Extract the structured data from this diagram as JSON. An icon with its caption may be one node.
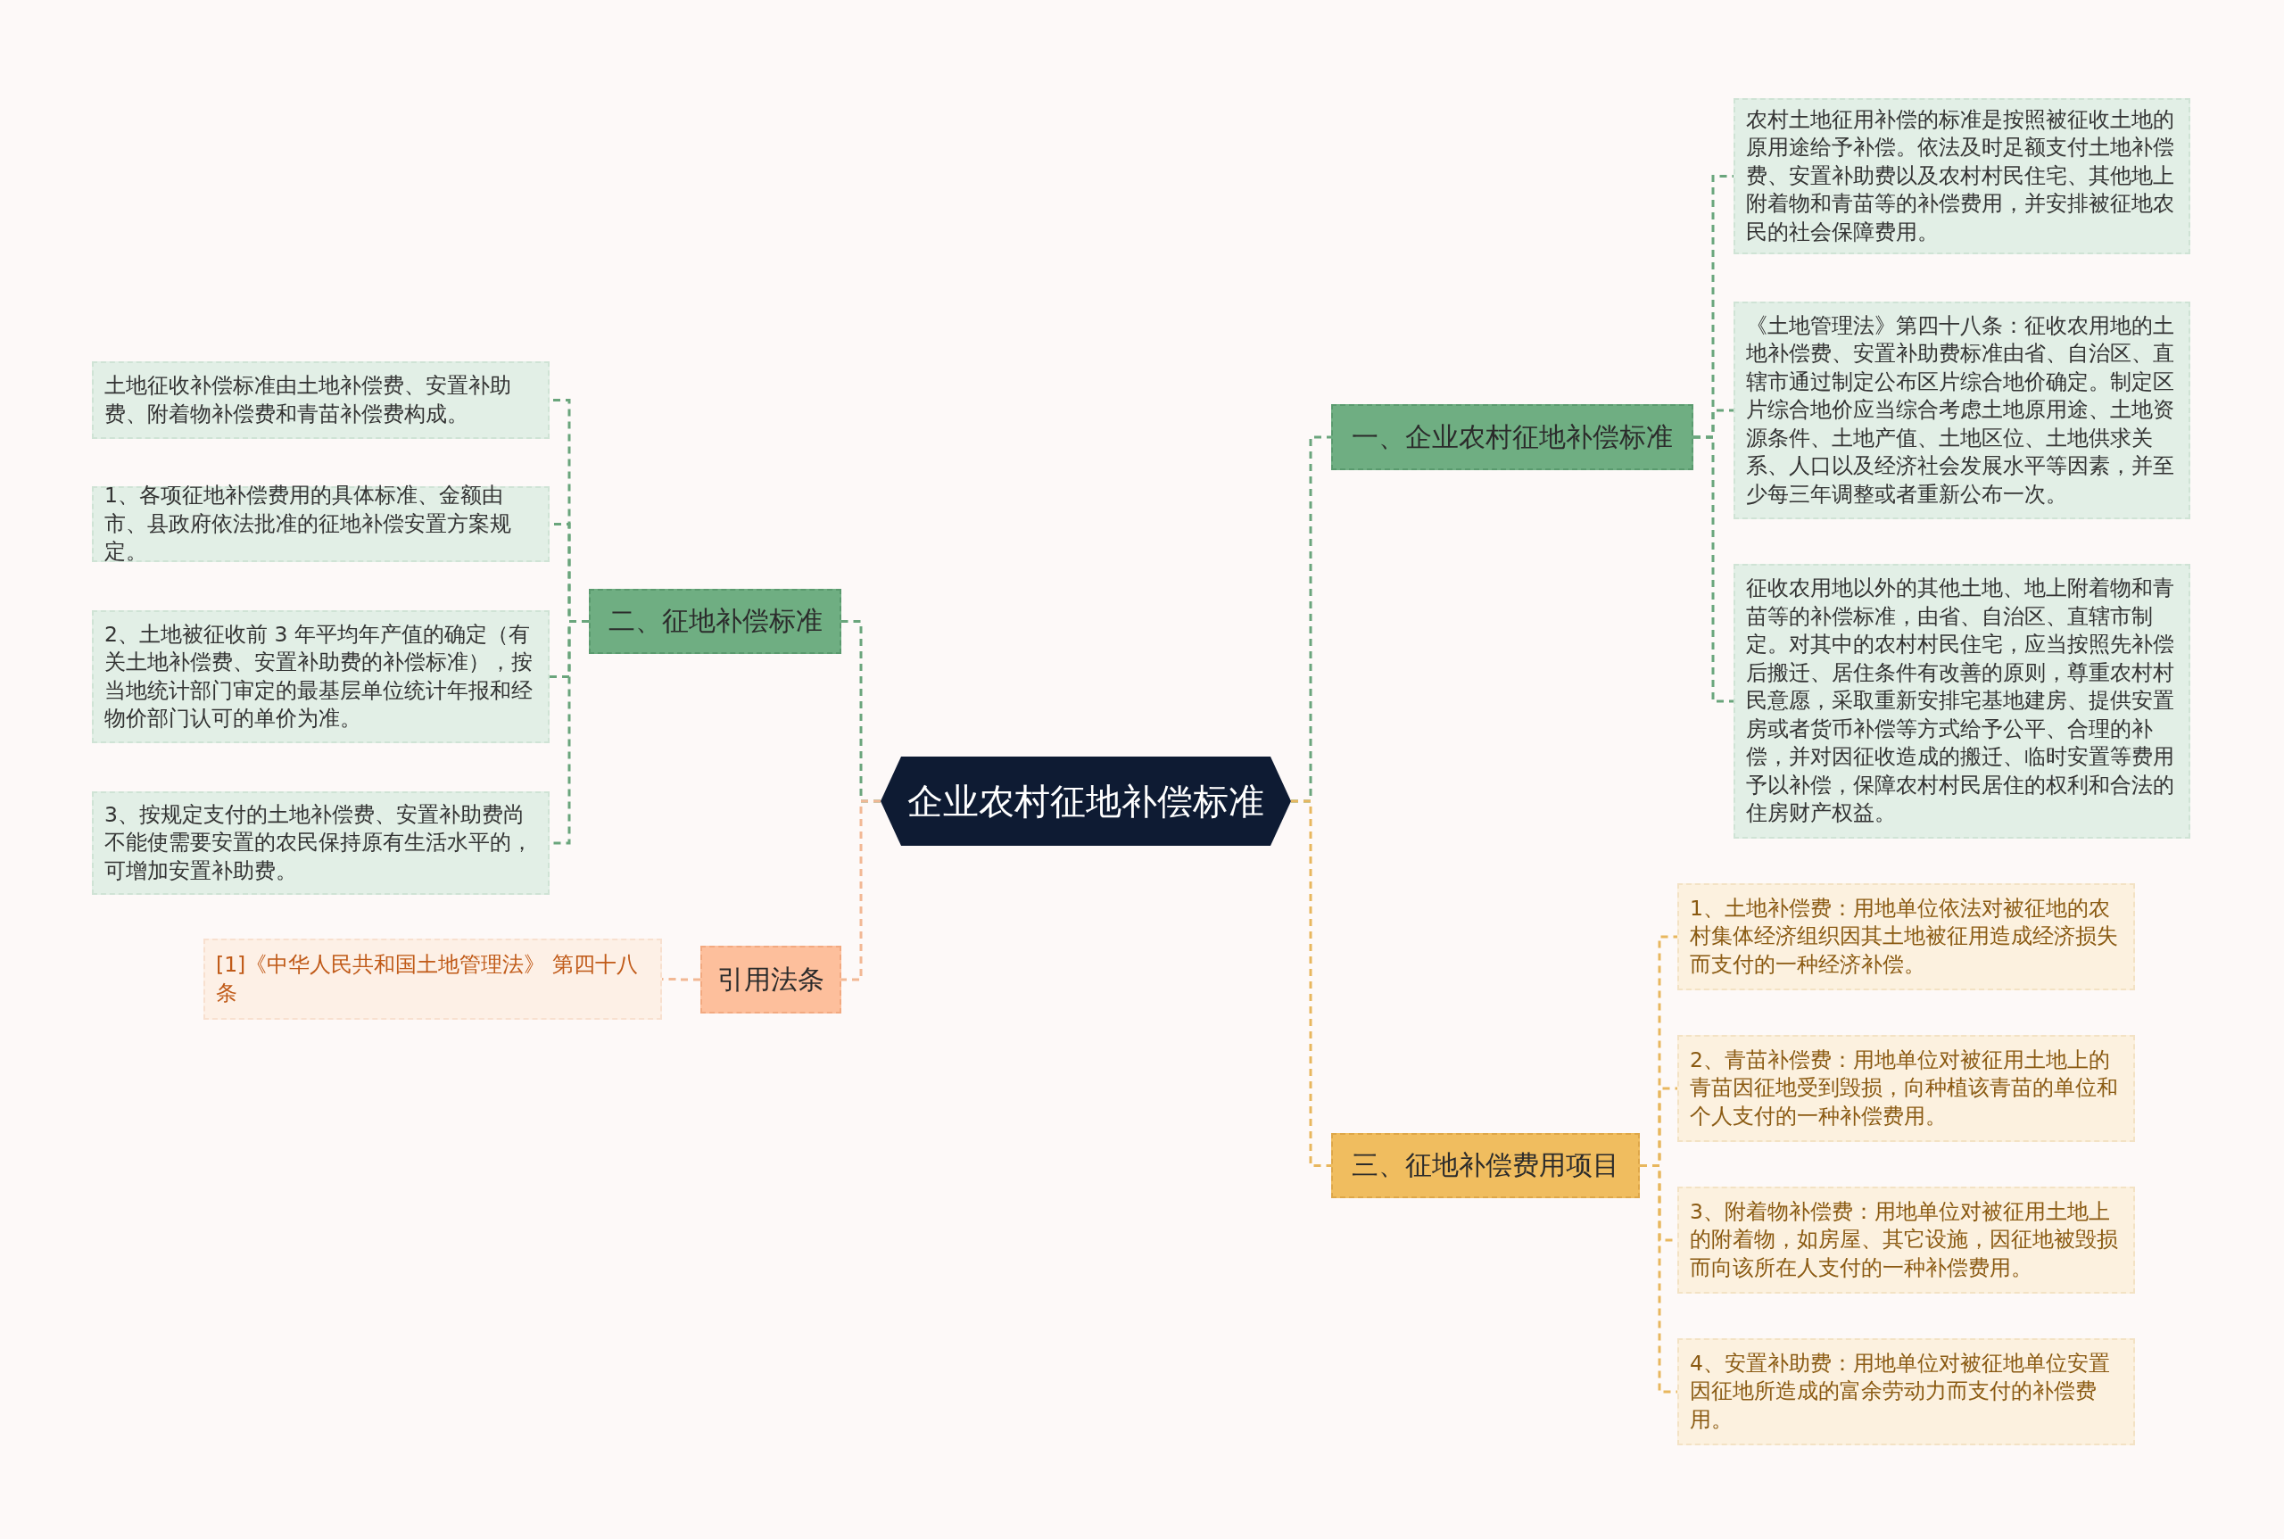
{
  "diagram": {
    "nodes": [
      {
        "text": [
          "企业农村征地补偿标准"
        ]
      },
      {
        "text": [
          "一、企业农村征地补偿标准"
        ]
      },
      {
        "text": [
          "农村土地征用补偿的标准是按照被征收土地的原用途给予补偿。依法及时足额支付土地补偿费、安置补助费以及农村村民住宅、其他地上附着物和青苗等的补偿费用，并安排被征地农民的社会保障费用。"
        ]
      },
      {
        "text": [
          "《土地管理法》第四十八条：征收农用地的土地补偿费、安置补助费标准由省、自治区、直辖市通过制定公布区片综合地价确定。制定区片综合地价应当综合考虑土地原用途、土地资源条件、土地产值、土地区位、土地供求关系、人口以及经济社会发展水平等因素，并至少每三年调整或者重新公布一次。"
        ]
      },
      {
        "text": [
          "征收农用地以外的其他土地、地上附着物和青苗等的补偿标准，由省、自治区、直辖市制定。对其中的农村村民住宅，应当按照先补偿后搬迁、居住条件有改善的原则，尊重农村村民意愿，采取重新安排宅基地建房、提供安置房或者货币补偿等方式给予公平、合理的补偿，并对因征收造成的搬迁、临时安置等费用予以补偿，保障农村村民居住的权利和合法的住房财产权益。"
        ]
      },
      {
        "text": [
          "二、征地补偿标准"
        ]
      },
      {
        "text": [
          "土地征收补偿标准由土地补偿费、安置补助费、附着物补偿费和青苗补偿费构成。"
        ]
      },
      {
        "text": [
          "1、各项征地补偿费用的具体标准、金额由市、县政府依法批准的征地补偿安置方案规定。"
        ]
      },
      {
        "text": [
          "2、土地被征收前 3 年平均年产值的确定（有关土地补偿费、安置补助费的补偿标准），按当地统计部门审定的最基层单位统计年报和经物价部门认可的单价为准。"
        ]
      },
      {
        "text": [
          "3、按规定支付的土地补偿费、安置补助费尚不能使需要安置的农民保持原有生活水平的，可增加安置补助费。"
        ]
      },
      {
        "text": [
          "引用法条"
        ]
      },
      {
        "text": [
          "[1]《中华人民共和国土地管理法》 第四十八条"
        ]
      },
      {
        "text": [
          "三、征地补偿费用项目"
        ]
      },
      {
        "text": [
          "1、土地补偿费：用地单位依法对被征地的农村集体经济组织因其土地被征用造成经济损失而支付的一种经济补偿。"
        ]
      },
      {
        "text": [
          "2、青苗补偿费：用地单位对被征用土地上的青苗因征地受到毁损，向种植该青苗的单位和个人支付的一种补偿费用。"
        ]
      },
      {
        "text": [
          "3、附着物补偿费：用地单位对被征用土地上的附着物，如房屋、其它设施，因征地被毁损而向该所在人支付的一种补偿费用。"
        ]
      },
      {
        "text": [
          "4、安置补助费：用地单位对被征地单位安置因征地所造成的富余劳动力而支付的补偿费用。"
        ]
      }
    ],
    "edges": [
      {
        "from": 0,
        "to": 1,
        "arrow": "none",
        "color": "#6aa57c"
      },
      {
        "from": 1,
        "to": 2,
        "arrow": "none",
        "color": "#6aa57c"
      },
      {
        "from": 1,
        "to": 3,
        "arrow": "none",
        "color": "#6aa57c"
      },
      {
        "from": 1,
        "to": 4,
        "arrow": "none",
        "color": "#6aa57c"
      },
      {
        "from": 0,
        "to": 5,
        "arrow": "none",
        "color": "#6aa57c"
      },
      {
        "from": 5,
        "to": 6,
        "arrow": "none",
        "color": "#6aa57c"
      },
      {
        "from": 5,
        "to": 7,
        "arrow": "none",
        "color": "#6aa57c"
      },
      {
        "from": 5,
        "to": 8,
        "arrow": "none",
        "color": "#6aa57c"
      },
      {
        "from": 5,
        "to": 9,
        "arrow": "none",
        "color": "#6aa57c"
      },
      {
        "from": 0,
        "to": 10,
        "arrow": "none",
        "color": "#f2b894"
      },
      {
        "from": 10,
        "to": 11,
        "arrow": "none",
        "color": "#f2b894"
      },
      {
        "from": 0,
        "to": 12,
        "arrow": "none",
        "color": "#e8b75e"
      },
      {
        "from": 12,
        "to": 13,
        "arrow": "none",
        "color": "#e8b75e"
      },
      {
        "from": 12,
        "to": 14,
        "arrow": "none",
        "color": "#e8b75e"
      },
      {
        "from": 12,
        "to": 15,
        "arrow": "none",
        "color": "#e8b75e"
      },
      {
        "from": 12,
        "to": 16,
        "arrow": "none",
        "color": "#e8b75e"
      }
    ]
  }
}
